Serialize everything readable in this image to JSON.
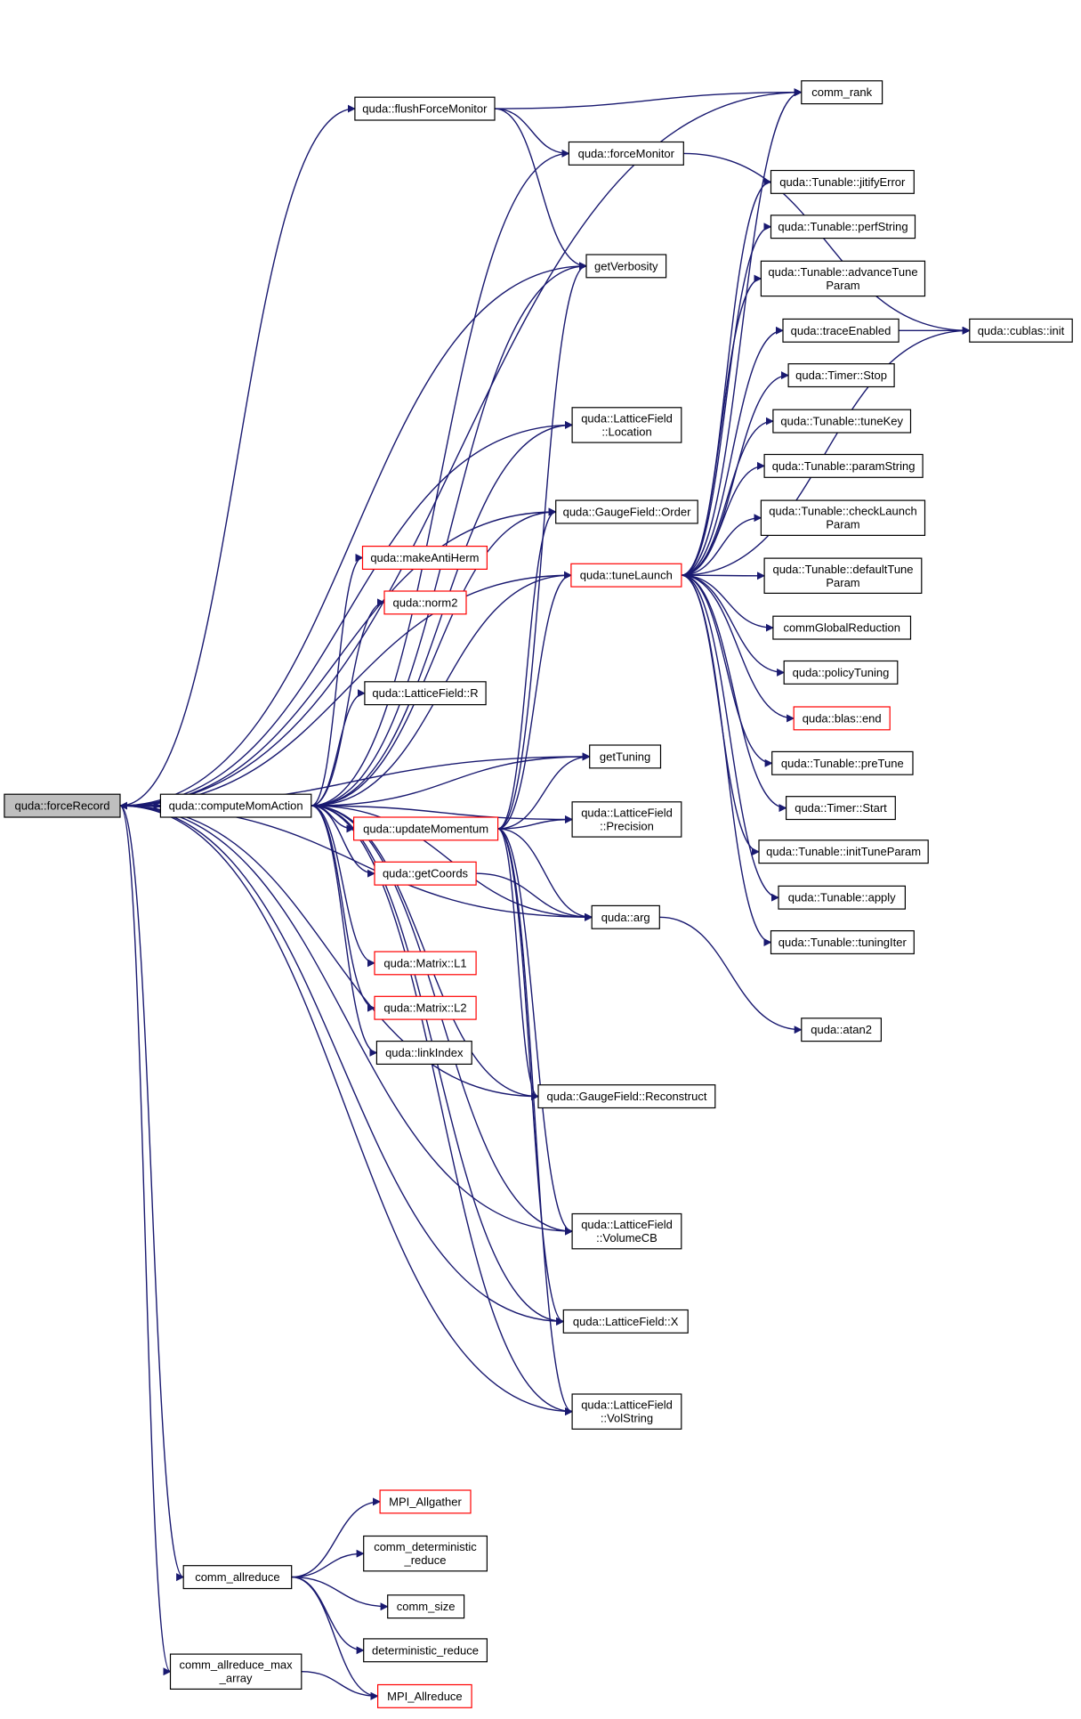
{
  "colors": {
    "edge": "#191970",
    "node_border": "#000000",
    "node_border_highlight": "#ff0000",
    "root_fill": "#bfbfbf",
    "node_fill": "#ffffff"
  },
  "nodes": {
    "forceRecord": {
      "lines": [
        "quda::forceRecord"
      ],
      "root": true
    },
    "computeMomAction": {
      "lines": [
        "quda::computeMomAction"
      ]
    },
    "flushForceMonitor": {
      "lines": [
        "quda::flushForceMonitor"
      ]
    },
    "forceMonitor": {
      "lines": [
        "quda::forceMonitor"
      ]
    },
    "comm_rank": {
      "lines": [
        "comm_rank"
      ]
    },
    "getVerbosity": {
      "lines": [
        "getVerbosity"
      ]
    },
    "lf_location": {
      "lines": [
        "quda::LatticeField",
        "::Location"
      ]
    },
    "gf_order": {
      "lines": [
        "quda::GaugeField::Order"
      ]
    },
    "makeAntiHerm": {
      "lines": [
        "quda::makeAntiHerm"
      ],
      "highlight": true
    },
    "norm2": {
      "lines": [
        "quda::norm2"
      ],
      "highlight": true
    },
    "tuneLaunch": {
      "lines": [
        "quda::tuneLaunch"
      ],
      "highlight": true
    },
    "lf_R": {
      "lines": [
        "quda::LatticeField::R"
      ]
    },
    "getTuning": {
      "lines": [
        "getTuning"
      ]
    },
    "updateMomentum": {
      "lines": [
        "quda::updateMomentum"
      ],
      "highlight": true
    },
    "lf_precision": {
      "lines": [
        "quda::LatticeField",
        "::Precision"
      ]
    },
    "getCoords": {
      "lines": [
        "quda::getCoords"
      ],
      "highlight": true
    },
    "arg": {
      "lines": [
        "quda::arg"
      ]
    },
    "atan2": {
      "lines": [
        "quda::atan2"
      ]
    },
    "matrix_L1": {
      "lines": [
        "quda::Matrix::L1"
      ],
      "highlight": true
    },
    "matrix_L2": {
      "lines": [
        "quda::Matrix::L2"
      ],
      "highlight": true
    },
    "linkIndex": {
      "lines": [
        "quda::linkIndex"
      ]
    },
    "gf_reconstruct": {
      "lines": [
        "quda::GaugeField::Reconstruct"
      ]
    },
    "lf_volumeCB": {
      "lines": [
        "quda::LatticeField",
        "::VolumeCB"
      ]
    },
    "lf_X": {
      "lines": [
        "quda::LatticeField::X"
      ]
    },
    "lf_volString": {
      "lines": [
        "quda::LatticeField",
        "::VolString"
      ]
    },
    "jitifyError": {
      "lines": [
        "quda::Tunable::jitifyError"
      ]
    },
    "perfString": {
      "lines": [
        "quda::Tunable::perfString"
      ]
    },
    "advanceTuneParam": {
      "lines": [
        "quda::Tunable::advanceTune",
        "Param"
      ]
    },
    "traceEnabled": {
      "lines": [
        "quda::traceEnabled"
      ]
    },
    "cublas_init": {
      "lines": [
        "quda::cublas::init"
      ]
    },
    "timer_stop": {
      "lines": [
        "quda::Timer::Stop"
      ]
    },
    "tuneKey": {
      "lines": [
        "quda::Tunable::tuneKey"
      ]
    },
    "paramString": {
      "lines": [
        "quda::Tunable::paramString"
      ]
    },
    "checkLaunchParam": {
      "lines": [
        "quda::Tunable::checkLaunch",
        "Param"
      ]
    },
    "defaultTuneParam": {
      "lines": [
        "quda::Tunable::defaultTune",
        "Param"
      ]
    },
    "commGlobalReduction": {
      "lines": [
        "commGlobalReduction"
      ]
    },
    "policyTuning": {
      "lines": [
        "quda::policyTuning"
      ]
    },
    "blas_end": {
      "lines": [
        "quda::blas::end"
      ],
      "highlight": true
    },
    "preTune": {
      "lines": [
        "quda::Tunable::preTune"
      ]
    },
    "timer_start": {
      "lines": [
        "quda::Timer::Start"
      ]
    },
    "initTuneParam": {
      "lines": [
        "quda::Tunable::initTuneParam"
      ]
    },
    "apply": {
      "lines": [
        "quda::Tunable::apply"
      ]
    },
    "tuningIter": {
      "lines": [
        "quda::Tunable::tuningIter"
      ]
    },
    "MPI_Allgather": {
      "lines": [
        "MPI_Allgather"
      ],
      "highlight": true
    },
    "comm_deterministic_reduce": {
      "lines": [
        "comm_deterministic",
        "_reduce"
      ]
    },
    "comm_allreduce": {
      "lines": [
        "comm_allreduce"
      ]
    },
    "comm_size": {
      "lines": [
        "comm_size"
      ]
    },
    "deterministic_reduce": {
      "lines": [
        "deterministic_reduce"
      ]
    },
    "comm_allreduce_max_array": {
      "lines": [
        "comm_allreduce_max",
        "_array"
      ]
    },
    "MPI_Allreduce": {
      "lines": [
        "MPI_Allreduce"
      ],
      "highlight": true
    }
  },
  "edges": [
    [
      "forceRecord",
      "computeMomAction"
    ],
    [
      "computeMomAction",
      "forceRecord"
    ],
    [
      "forceRecord",
      "comm_rank"
    ],
    [
      "forceRecord",
      "flushForceMonitor"
    ],
    [
      "forceRecord",
      "getVerbosity"
    ],
    [
      "forceRecord",
      "lf_location"
    ],
    [
      "forceRecord",
      "gf_order"
    ],
    [
      "forceRecord",
      "tuneLaunch"
    ],
    [
      "forceRecord",
      "getTuning"
    ],
    [
      "forceRecord",
      "arg"
    ],
    [
      "forceRecord",
      "gf_reconstruct"
    ],
    [
      "forceRecord",
      "lf_volumeCB"
    ],
    [
      "forceRecord",
      "lf_X"
    ],
    [
      "forceRecord",
      "lf_volString"
    ],
    [
      "forceRecord",
      "comm_allreduce"
    ],
    [
      "forceRecord",
      "comm_allreduce_max_array"
    ],
    [
      "flushForceMonitor",
      "comm_rank"
    ],
    [
      "flushForceMonitor",
      "forceMonitor"
    ],
    [
      "flushForceMonitor",
      "getVerbosity"
    ],
    [
      "forceMonitor",
      "cublas_init"
    ],
    [
      "computeMomAction",
      "forceMonitor"
    ],
    [
      "computeMomAction",
      "getVerbosity"
    ],
    [
      "computeMomAction",
      "lf_location"
    ],
    [
      "computeMomAction",
      "gf_order"
    ],
    [
      "computeMomAction",
      "makeAntiHerm"
    ],
    [
      "computeMomAction",
      "norm2"
    ],
    [
      "computeMomAction",
      "tuneLaunch"
    ],
    [
      "computeMomAction",
      "lf_R"
    ],
    [
      "computeMomAction",
      "getTuning"
    ],
    [
      "computeMomAction",
      "updateMomentum"
    ],
    [
      "computeMomAction",
      "lf_precision"
    ],
    [
      "computeMomAction",
      "getCoords"
    ],
    [
      "computeMomAction",
      "arg"
    ],
    [
      "computeMomAction",
      "matrix_L1"
    ],
    [
      "computeMomAction",
      "matrix_L2"
    ],
    [
      "computeMomAction",
      "linkIndex"
    ],
    [
      "computeMomAction",
      "gf_reconstruct"
    ],
    [
      "computeMomAction",
      "lf_volumeCB"
    ],
    [
      "computeMomAction",
      "lf_X"
    ],
    [
      "computeMomAction",
      "lf_volString"
    ],
    [
      "updateMomentum",
      "getVerbosity"
    ],
    [
      "updateMomentum",
      "gf_order"
    ],
    [
      "updateMomentum",
      "tuneLaunch"
    ],
    [
      "updateMomentum",
      "getTuning"
    ],
    [
      "updateMomentum",
      "lf_precision"
    ],
    [
      "updateMomentum",
      "arg"
    ],
    [
      "updateMomentum",
      "gf_reconstruct"
    ],
    [
      "updateMomentum",
      "lf_volumeCB"
    ],
    [
      "updateMomentum",
      "lf_X"
    ],
    [
      "updateMomentum",
      "lf_volString"
    ],
    [
      "getCoords",
      "arg"
    ],
    [
      "arg",
      "atan2"
    ],
    [
      "tuneLaunch",
      "comm_rank"
    ],
    [
      "tuneLaunch",
      "jitifyError"
    ],
    [
      "tuneLaunch",
      "perfString"
    ],
    [
      "tuneLaunch",
      "advanceTuneParam"
    ],
    [
      "tuneLaunch",
      "traceEnabled"
    ],
    [
      "tuneLaunch",
      "timer_stop"
    ],
    [
      "tuneLaunch",
      "tuneKey"
    ],
    [
      "tuneLaunch",
      "paramString"
    ],
    [
      "tuneLaunch",
      "checkLaunchParam"
    ],
    [
      "tuneLaunch",
      "defaultTuneParam"
    ],
    [
      "tuneLaunch",
      "commGlobalReduction"
    ],
    [
      "tuneLaunch",
      "policyTuning"
    ],
    [
      "tuneLaunch",
      "blas_end"
    ],
    [
      "tuneLaunch",
      "preTune"
    ],
    [
      "tuneLaunch",
      "timer_start"
    ],
    [
      "tuneLaunch",
      "initTuneParam"
    ],
    [
      "tuneLaunch",
      "apply"
    ],
    [
      "tuneLaunch",
      "tuningIter"
    ],
    [
      "tuneLaunch",
      "cublas_init"
    ],
    [
      "traceEnabled",
      "cublas_init"
    ],
    [
      "comm_allreduce",
      "MPI_Allgather"
    ],
    [
      "comm_allreduce",
      "comm_deterministic_reduce"
    ],
    [
      "comm_allreduce",
      "comm_size"
    ],
    [
      "comm_allreduce",
      "deterministic_reduce"
    ],
    [
      "comm_allreduce",
      "MPI_Allreduce"
    ],
    [
      "comm_allreduce_max_array",
      "MPI_Allreduce"
    ]
  ]
}
